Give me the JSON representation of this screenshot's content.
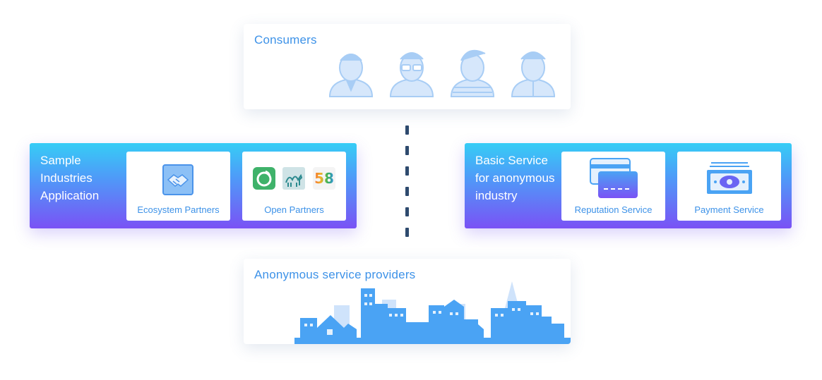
{
  "consumers": {
    "title": "Consumers",
    "people": [
      "person-suit-icon",
      "person-glasses-icon",
      "person-striped-icon",
      "person-shirt-icon"
    ]
  },
  "left_panel": {
    "title": "Sample Industries Application",
    "tiles": [
      {
        "label": "Ecosystem Partners",
        "icon": "handshake-icon"
      },
      {
        "label": "Open Partners",
        "icons": [
          "green-app-logo",
          "camel-logo",
          "58-logo"
        ],
        "logo_text_58": "58"
      }
    ]
  },
  "right_panel": {
    "title": "Basic Service for anonymous industry",
    "tiles": [
      {
        "label": "Reputation Service",
        "icon": "credit-card-icon"
      },
      {
        "label": "Payment Service",
        "icon": "banknote-icon"
      }
    ]
  },
  "providers": {
    "title": "Anonymous service providers",
    "illustration": "city-skyline-icon"
  },
  "colors": {
    "accent_blue": "#3d92e8",
    "gradient_top": "#36cdf6",
    "gradient_bottom": "#7a52f5",
    "connector": "#2e4a6e"
  }
}
